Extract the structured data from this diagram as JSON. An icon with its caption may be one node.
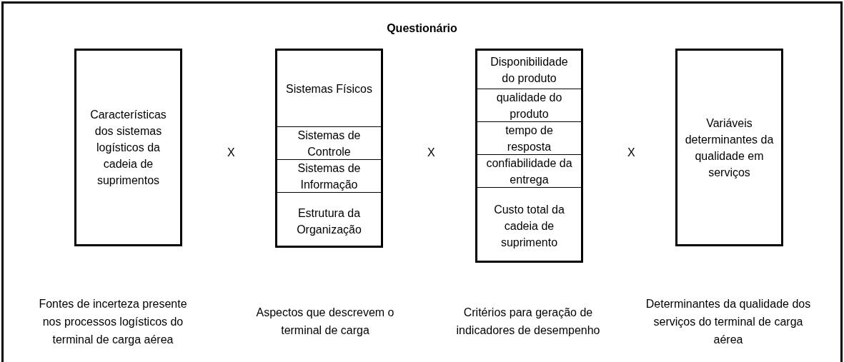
{
  "diagram": {
    "nodes": [
      {
        "text": [
          "Questionário"
        ]
      },
      {
        "text": [
          "Características dos sistemas logísticos da cadeia de suprimentos"
        ],
        "in": 0
      },
      {
        "text": [],
        "shape": "box",
        "in": 0
      },
      {
        "text": [
          "Sistemas Físicos"
        ],
        "in": 2
      },
      {
        "text": [
          "Sistemas de Controle"
        ],
        "in": 2
      },
      {
        "text": [
          "Sistemas de Informação"
        ],
        "in": 2
      },
      {
        "text": [
          "Estrutura da Organização"
        ],
        "in": 2
      },
      {
        "text": [],
        "shape": "box",
        "in": 0
      },
      {
        "text": [
          "Disponibilidade do produto"
        ],
        "in": 7
      },
      {
        "text": [
          "qualidade do produto"
        ],
        "in": 7
      },
      {
        "text": [
          "tempo de resposta"
        ],
        "in": 7
      },
      {
        "text": [
          "confiabilidade da entrega"
        ],
        "in": 7
      },
      {
        "text": [
          "Custo total da cadeia de suprimento"
        ],
        "in": 7
      },
      {
        "text": [
          "Variáveis determinantes da qualidade em serviços"
        ],
        "in": 0
      }
    ],
    "labels": [
      "X",
      "X",
      "X",
      "Fontes de incerteza presente nos processos logísticos do terminal de carga aérea",
      "Aspectos que descrevem o terminal de carga",
      "Critérios para geração de indicadores de desempenho",
      "Determinantes da qualidade dos serviços do terminal de carga aérea"
    ]
  }
}
